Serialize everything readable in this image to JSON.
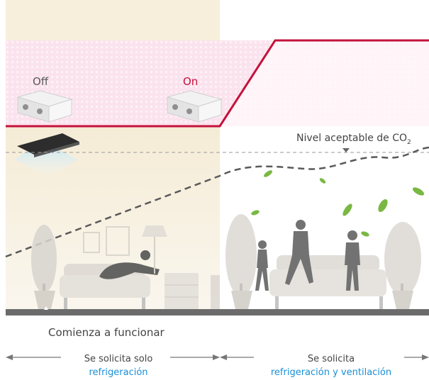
{
  "labels": {
    "off": "Off",
    "on": "On",
    "co2_level": "Nivel aceptable de CO",
    "co2_sub": "2",
    "start": "Comienza a funcionar"
  },
  "zones": {
    "left": {
      "line1": "Se solicita solo",
      "line2": "refrigeración"
    },
    "right": {
      "line1": "Se solicita",
      "line2": "refrigeración y ventilación"
    }
  },
  "colors": {
    "accent_red": "#c4123c",
    "accent_blue": "#1a8fd6",
    "pink_zone": "#fbe4ee",
    "beige_zone": "#f6efdc",
    "floor": "#6b6b6b"
  },
  "icons": [
    "ventilation-unit-icon",
    "ceiling-cassette-ac-icon",
    "leaf-icon"
  ]
}
